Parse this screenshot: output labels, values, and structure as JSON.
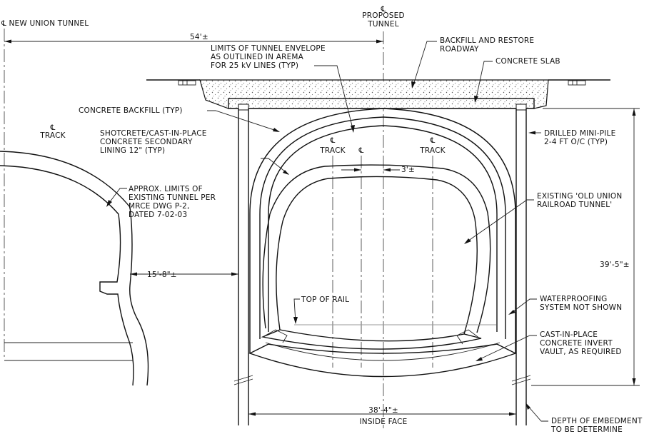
{
  "labels": {
    "cl_new_union_tunnel": "℄ NEW UNION TUNNEL",
    "cl_proposed": "℄",
    "proposed": "PROPOSED",
    "tunnel": "TUNNEL",
    "dim_54": "54'±",
    "limits_1": "LIMITS OF TUNNEL ENVELOPE",
    "limits_2": "AS OUTLINED IN AREMA",
    "limits_3": "FOR 25 kV LINES (TYP)",
    "backfill_1": "BACKFILL AND RESTORE",
    "backfill_2": "ROADWAY",
    "concrete_slab": "CONCRETE SLAB",
    "concrete_backfill": "CONCRETE BACKFILL (TYP)",
    "cl_track_left": "℄",
    "track_left": "TRACK",
    "shotcrete_1": "SHOTCRETE/CAST-IN-PLACE",
    "shotcrete_2": "CONCRETE SECONDARY",
    "shotcrete_3": "LINING 12\" (TYP)",
    "cl_track_mid_left": "℄",
    "track_mid_left": "TRACK",
    "cl_mid": "℄",
    "cl_track_mid_right": "℄",
    "track_mid_right": "TRACK",
    "dim_3": "3'±",
    "drilled_1": "DRILLED MINI-PILE",
    "drilled_2": "2-4 FT O/C (TYP)",
    "approx_1": "APPROX. LIMITS OF",
    "approx_2": "EXISTING TUNNEL PER",
    "approx_3": "MRCE DWG P-2,",
    "approx_4": "DATED 7-02-03",
    "existing_1": "EXISTING 'OLD UNION",
    "existing_2": "RAILROAD TUNNEL'",
    "dim_39": "39'-5\"±",
    "dim_15": "15'-8\"±",
    "top_of_rail": "TOP OF RAIL",
    "waterproof_1": "WATERPROOFING",
    "waterproof_2": "SYSTEM NOT SHOWN",
    "cip_1": "CAST-IN-PLACE",
    "cip_2": "CONCRETE INVERT",
    "cip_3": "VAULT, AS REQUIRED",
    "dim_38": "38'-4\"±",
    "inside_face": "INSIDE FACE",
    "depth_1": "DEPTH OF EMBEDMENT",
    "depth_2": "TO BE DETERMINE"
  }
}
